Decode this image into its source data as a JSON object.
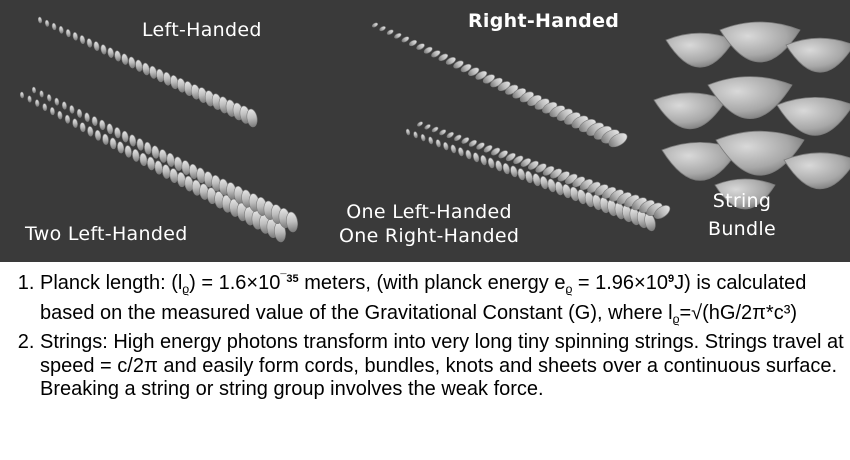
{
  "figure": {
    "labels": {
      "left_handed": "Left-Handed",
      "right_handed": "Right-Handed",
      "two_left_handed": "Two Left-Handed",
      "one_left_handed": "One Left-Handed",
      "one_right_handed": "One Right-Handed",
      "string": "String",
      "bundle": "Bundle"
    },
    "colors": {
      "background": "#3a3a3a",
      "string": "#bdbdbd",
      "string_highlight": "#e0e0e0",
      "string_shadow": "#7d7d7d"
    }
  },
  "notes": [
    {
      "prefix": "Planck length:  (l",
      "sub1": "ϱ",
      "mid1": ") = 1.6×10",
      "sup1": "¯35",
      "mid2": " meters, (with planck energy e",
      "sub2": "ϱ",
      "mid3": " = 1.96×10",
      "sup2": "9",
      "mid4": "J) is calculated based on the measured value of the Gravitational Constant (G), where l",
      "sub3": "ϱ",
      "suffix": "=√(hG/2π*c³)"
    },
    {
      "text": "Strings: High energy photons transform into very long tiny spinning strings. Strings travel at speed = c/2π and easily form cords, bundles, knots and sheets over a continuous surface. Breaking a string or string group involves the weak force."
    }
  ]
}
